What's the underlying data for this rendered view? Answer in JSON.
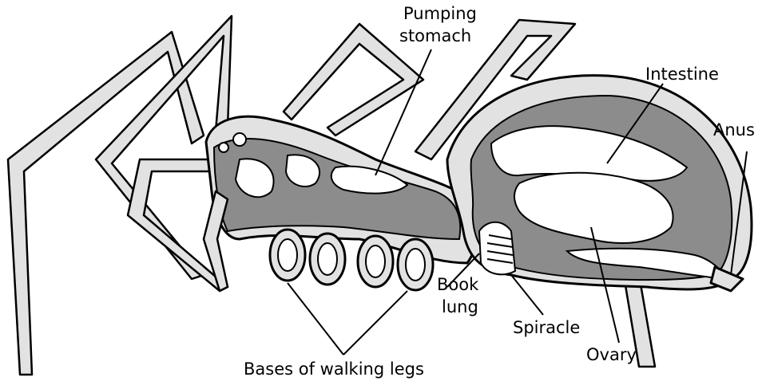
{
  "labels": {
    "pumping_stomach_line1": "Pumping",
    "pumping_stomach_line2": "stomach",
    "intestine": "Intestine",
    "anus": "Anus",
    "book_lung_line1": "Book",
    "book_lung_line2": "lung",
    "spiracle": "Spiracle",
    "ovary": "Ovary",
    "bases_of_walking_legs": "Bases of walking legs"
  },
  "colors": {
    "outline": "#000000",
    "light_fill": "#e2e2e2",
    "dark_fill": "#8c8c8c",
    "background": "#ffffff"
  }
}
